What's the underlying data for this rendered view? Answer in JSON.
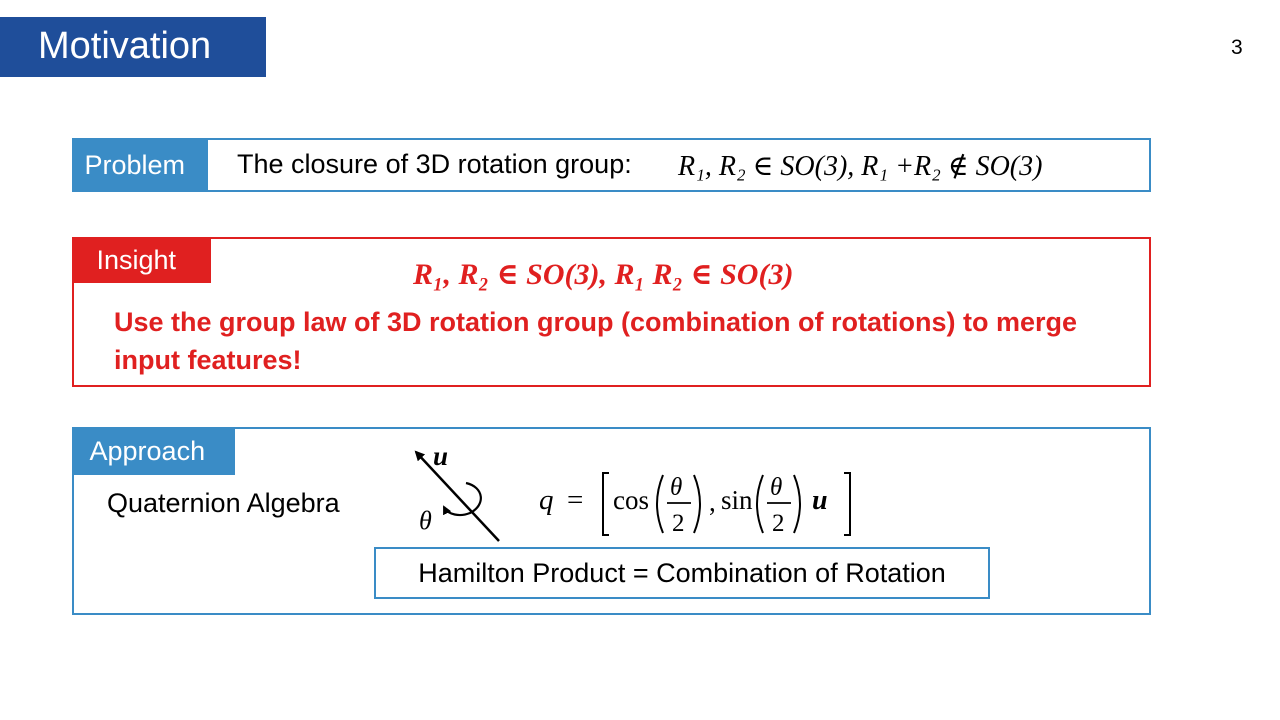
{
  "slide": {
    "title": "Motivation",
    "page_number": "3"
  },
  "problem": {
    "tag": "Problem",
    "text": "The closure of 3D rotation group:",
    "math": "R₁, R₂ ∈ SO(3), R₁ +R₂ ∉ SO(3)"
  },
  "insight": {
    "tag": "Insight",
    "math": "R₁, R₂ ∈ SO(3), R₁ R₂ ∈ SO(3)",
    "text": "Use the group law of 3D rotation group (combination of rotations) to merge input features!"
  },
  "approach": {
    "tag": "Approach",
    "label": "Quaternion Algebra",
    "axis_symbol": "u",
    "angle_symbol": "θ",
    "formula": {
      "lhs": "q",
      "eq": "=",
      "cos": "cos",
      "sin": "sin",
      "theta": "θ",
      "two": "2",
      "comma": ",",
      "u": "u"
    },
    "hamilton": "Hamilton Product = Combination of Rotation"
  },
  "colors": {
    "title_bg": "#1f4e9a",
    "blue_accent": "#3a8cc6",
    "red_accent": "#e02020"
  }
}
